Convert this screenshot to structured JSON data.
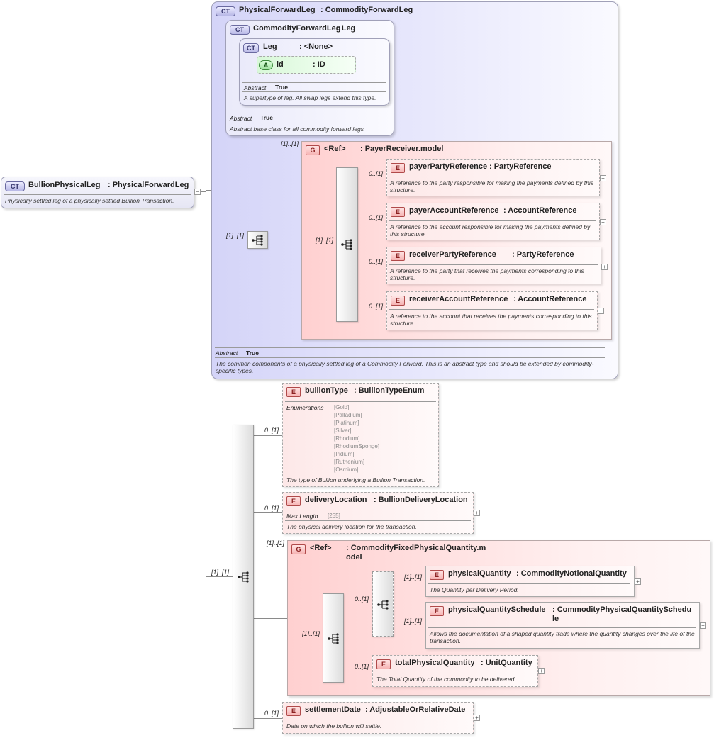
{
  "cardinalities": {
    "one_one": "[1]..[1]",
    "zero_one": "0..[1]",
    "one_one_plain": "[1]..[1]"
  },
  "root": {
    "badge": "CT",
    "name": "BullionPhysicalLeg",
    "type": ": PhysicalForwardLeg",
    "desc": "Physically settled leg of a physically settled Bullion Transaction."
  },
  "pfl": {
    "badge": "CT",
    "name": "PhysicalForwardLeg",
    "type": ": CommodityForwardLeg",
    "abstract_label": "Abstract",
    "abstract_value": "True",
    "desc": "The common components of a physically settled leg of a Commodity Forward. This is an abstract type and should be extended by commodity-specific types."
  },
  "cfl": {
    "badge": "CT",
    "name": "CommodityForwardLeg",
    "type": ": Leg",
    "abstract_label": "Abstract",
    "abstract_value": "True",
    "desc": "Abstract base class for all commodity forward legs"
  },
  "leg": {
    "badge": "CT",
    "name": "Leg",
    "type": ": <None>",
    "abstract_label": "Abstract",
    "abstract_value": "True",
    "desc": "A supertype of leg. All swap legs extend this type."
  },
  "attr_id": {
    "badge": "A",
    "name": "id",
    "type": ": ID"
  },
  "payer_group": {
    "badge": "G",
    "name": "<Ref>",
    "type": ": PayerReceiver.model",
    "elements": [
      {
        "badge": "E",
        "name": "payerPartyReference",
        "type": ": PartyReference",
        "card": "0..[1]",
        "desc": "A reference to the party responsible for making the payments defined by this structure."
      },
      {
        "badge": "E",
        "name": "payerAccountReference",
        "type": ": AccountReference",
        "card": "0..[1]",
        "desc": "A reference to the account responsible for making the payments defined by this structure."
      },
      {
        "badge": "E",
        "name": "receiverPartyReference",
        "type": ": PartyReference",
        "card": "0..[1]",
        "desc": "A reference to the party that receives the payments corresponding to this structure."
      },
      {
        "badge": "E",
        "name": "receiverAccountReference",
        "type": ": AccountReference",
        "card": "0..[1]",
        "desc": "A reference to the account that receives the payments corresponding to this structure."
      }
    ]
  },
  "bullion_type": {
    "badge": "E",
    "name": "bullionType",
    "type": ": BullionTypeEnum",
    "card": "0..[1]",
    "enum_label": "Enumerations",
    "enums": [
      "[Gold]",
      "[Palladium]",
      "[Platinum]",
      "[Silver]",
      "[Rhodium]",
      "[RhodiumSponge]",
      "[Iridium]",
      "[Ruthenium]",
      "[Osmium]"
    ],
    "desc": "The type of Bullion underlying a Bullion Transaction."
  },
  "delivery_location": {
    "badge": "E",
    "name": "deliveryLocation",
    "type": ": BullionDeliveryLocation",
    "card": "0..[1]",
    "maxlen_label": "Max Length",
    "maxlen_value": "[255]",
    "desc": "The physical delivery location for the transaction."
  },
  "qty_group": {
    "badge": "G",
    "name": "<Ref>",
    "type": ": CommodityFixedPhysicalQuantity.m odel",
    "pq": {
      "badge": "E",
      "name": "physicalQuantity",
      "type": ": CommodityNotionalQuantity",
      "card": "[1]..[1]",
      "desc": "The Quantity per Delivery Period."
    },
    "pqs": {
      "badge": "E",
      "name": "physicalQuantitySchedule",
      "type": ": CommodityPhysicalQuantitySchedu le",
      "card": "[1]..[1]",
      "desc": "Allows the documentation of a shaped quantity trade where the quantity changes over the life of the transaction."
    },
    "tpq": {
      "badge": "E",
      "name": "totalPhysicalQuantity",
      "type": ": UnitQuantity",
      "card": "0..[1]",
      "desc": "The Total Quantity of the commodity to be delivered."
    }
  },
  "settlement_date": {
    "badge": "E",
    "name": "settlementDate",
    "type": ": AdjustableOrRelativeDate",
    "card": "0..[1]",
    "desc": "Date on which the bullion will settle."
  }
}
